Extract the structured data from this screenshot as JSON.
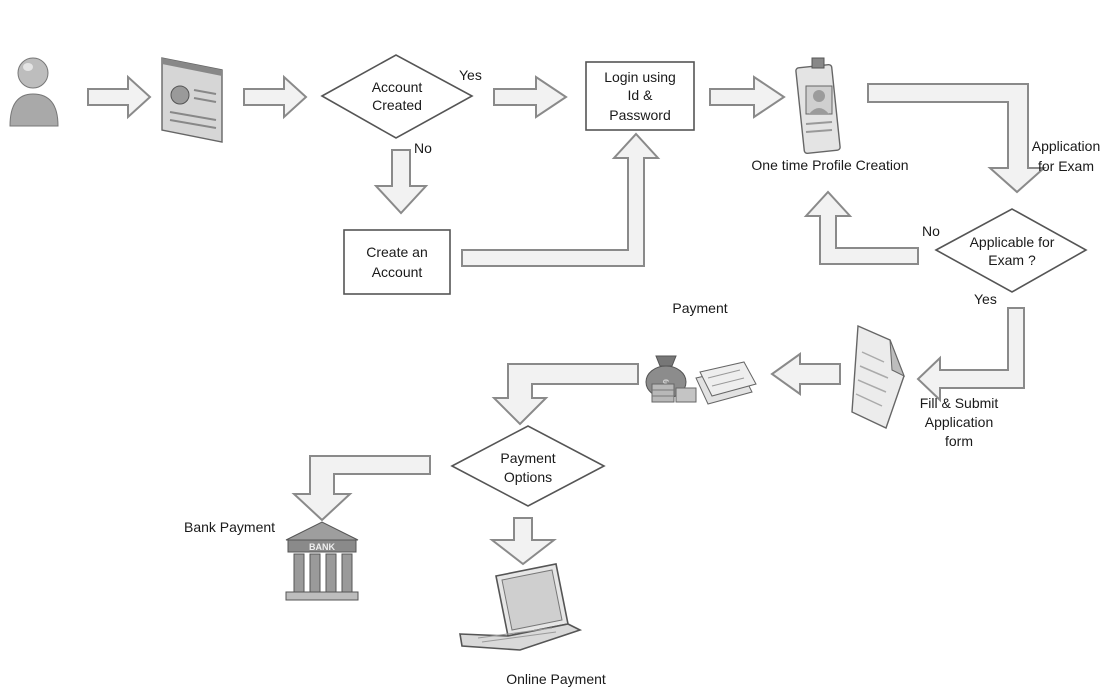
{
  "nodes": {
    "account_created": [
      "Account",
      "Created"
    ],
    "login": [
      "Login using",
      "Id &",
      "Password"
    ],
    "create_account": [
      "Create an",
      "Account"
    ],
    "profile": "One time Profile Creation",
    "applicable": [
      "Applicable for",
      "Exam ?"
    ],
    "fill_submit": [
      "Fill & Submit",
      "Application",
      "form"
    ],
    "payment": "Payment",
    "payment_options": [
      "Payment",
      "Options"
    ],
    "bank_payment": "Bank Payment",
    "online_payment": "Online Payment"
  },
  "edges": {
    "yes_account": "Yes",
    "no_account": "No",
    "application_for_exam": [
      "Application",
      "for Exam"
    ],
    "no_applicable": "No",
    "yes_applicable": "Yes"
  },
  "icons": {
    "bank_sign": "BANK",
    "user": "user-icon",
    "webpage": "webpage-icon",
    "profile": "profile-badge-icon",
    "document": "document-icon",
    "money": "money-bag-icon",
    "bank": "bank-building-icon",
    "laptop": "laptop-icon"
  }
}
